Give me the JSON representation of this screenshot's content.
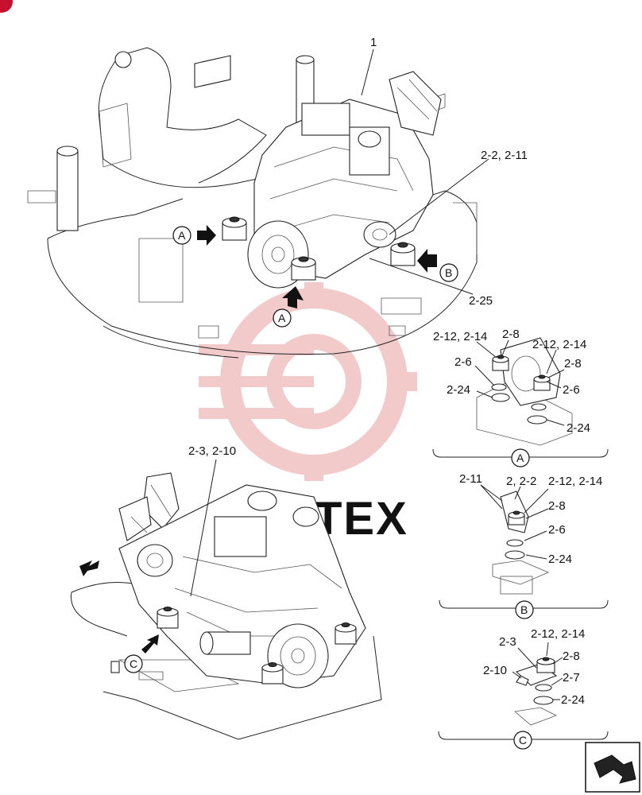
{
  "corner_badge": {
    "color": "#c8102e"
  },
  "watermark": {
    "text": "TEX",
    "color": "#e8b4b4"
  },
  "callouts": {
    "c1": "1",
    "c2_2_11": "2-2, 2-11",
    "c2_25": "2-25",
    "c2_3_2_10": "2-3, 2-10"
  },
  "view_markers": {
    "a_left": "A",
    "a_bottom": "A",
    "b_right": "B",
    "c_left": "C"
  },
  "detail_a": {
    "label_12_14_left": "2-12, 2-14",
    "label_8_left": "2-8",
    "label_12_14_right": "2-12, 2-14",
    "label_8_right": "2-8",
    "label_6_left": "2-6",
    "label_6_right": "2-6",
    "label_24_left": "2-24",
    "label_24_right": "2-24",
    "caption": "A"
  },
  "detail_b": {
    "label_11": "2-11",
    "label_2": "2, 2-2",
    "label_12_14": "2-12, 2-14",
    "label_8": "2-8",
    "label_6": "2-6",
    "label_24": "2-24",
    "caption": "B"
  },
  "detail_c": {
    "label_3": "2-3",
    "label_12_14": "2-12, 2-14",
    "label_8": "2-8",
    "label_10": "2-10",
    "label_7": "2-7",
    "label_24": "2-24",
    "caption": "C"
  },
  "nav_button": {
    "icon": "return-arrow-icon"
  }
}
